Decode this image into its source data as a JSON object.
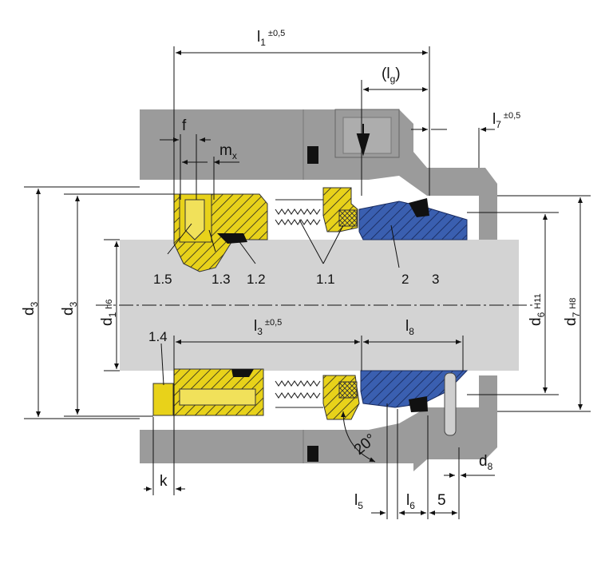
{
  "colors": {
    "housing": "#9b9b9b",
    "shaft": "#d3d3d3",
    "rotating": "#e8d21a",
    "stationary": "#3a5fb0",
    "oring": "#111111",
    "line": "#111111"
  },
  "dimensions": {
    "l1": {
      "main": "l",
      "sub": "1",
      "tol": "±0,5"
    },
    "lg": {
      "main": "(l",
      "sub": "g",
      "close": ")"
    },
    "l7": {
      "main": "l",
      "sub": "7",
      "tol": "±0,5"
    },
    "f": "f",
    "mx": {
      "main": "m",
      "sub": "x"
    },
    "d3_outer": {
      "main": "d",
      "sub": "3"
    },
    "d3_inner": {
      "main": "d",
      "sub": "3"
    },
    "d1": {
      "main": "d",
      "sub": "1",
      "fit": "h6"
    },
    "d6": {
      "main": "d",
      "sub": "6",
      "fit": "H11"
    },
    "d7": {
      "main": "d",
      "sub": "7",
      "fit": "H8"
    },
    "l3": {
      "main": "l",
      "sub": "3",
      "tol": "±0,5"
    },
    "l8": {
      "main": "l",
      "sub": "8"
    },
    "k": "k",
    "l5": {
      "main": "l",
      "sub": "5"
    },
    "l6": {
      "main": "l",
      "sub": "6"
    },
    "five": "5",
    "d8": {
      "main": "d",
      "sub": "8"
    },
    "angle": "20°"
  },
  "parts": [
    "1.5",
    "1.3",
    "1.2",
    "1.1",
    "2",
    "3",
    "1.4"
  ]
}
